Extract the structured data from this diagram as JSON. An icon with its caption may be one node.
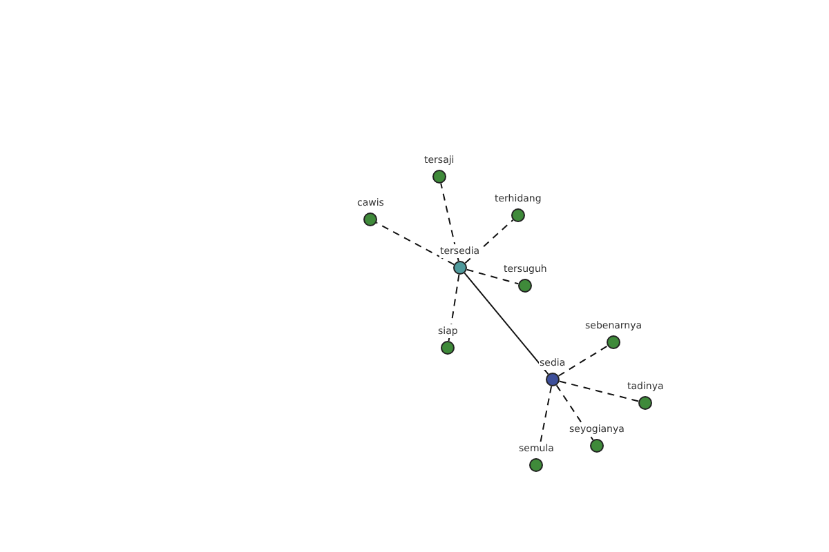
{
  "diagram": {
    "nodes": [
      {
        "text": [
          "tersaji"
        ]
      },
      {
        "text": [
          "cawis"
        ]
      },
      {
        "text": [
          "terhidang"
        ]
      },
      {
        "text": [
          "tersedia"
        ]
      },
      {
        "text": [
          "tersuguh"
        ]
      },
      {
        "text": [
          "siap"
        ]
      },
      {
        "text": [
          "sebenarnya"
        ]
      },
      {
        "text": [
          "sedia"
        ]
      },
      {
        "text": [
          "tadinya"
        ]
      },
      {
        "text": [
          "seyogianya"
        ]
      },
      {
        "text": [
          "semula"
        ]
      }
    ],
    "edges": [
      {
        "from": 3,
        "to": 7,
        "arrow": "none"
      },
      {
        "from": 3,
        "to": 0,
        "arrow": "none",
        "style": "dashed"
      },
      {
        "from": 3,
        "to": 1,
        "arrow": "none",
        "style": "dashed"
      },
      {
        "from": 3,
        "to": 2,
        "arrow": "none",
        "style": "dashed"
      },
      {
        "from": 3,
        "to": 4,
        "arrow": "none",
        "style": "dashed"
      },
      {
        "from": 3,
        "to": 5,
        "arrow": "none",
        "style": "dashed"
      },
      {
        "from": 7,
        "to": 6,
        "arrow": "none",
        "style": "dashed"
      },
      {
        "from": 7,
        "to": 8,
        "arrow": "none",
        "style": "dashed"
      },
      {
        "from": 7,
        "to": 9,
        "arrow": "none",
        "style": "dashed"
      },
      {
        "from": 7,
        "to": 10,
        "arrow": "none",
        "style": "dashed"
      }
    ]
  }
}
